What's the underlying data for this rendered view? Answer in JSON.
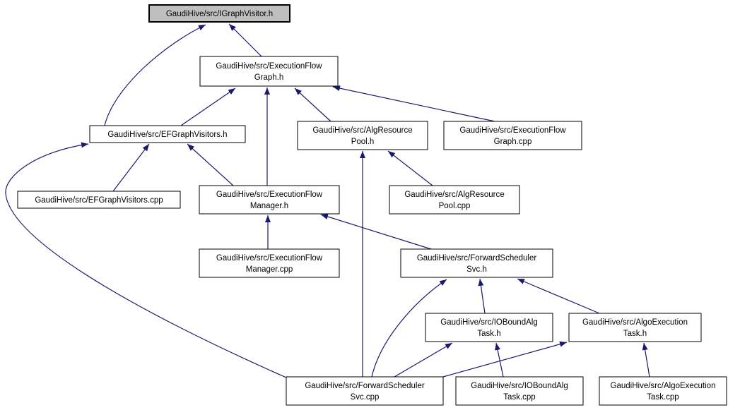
{
  "colors": {
    "arrow": "#191970",
    "node_fill": "#ffffff",
    "node_border": "#000000",
    "highlight_fill": "#bfbfbf",
    "background": "#ffffff"
  },
  "nodes": {
    "igraphvisitor_h": {
      "label": "GaudiHive/src/IGraphVisitor.h"
    },
    "executionflow_graph_h": {
      "line1": "GaudiHive/src/ExecutionFlow",
      "line2": "Graph.h"
    },
    "efgraphvisitors_h": {
      "label": "GaudiHive/src/EFGraphVisitors.h"
    },
    "algresource_pool_h": {
      "line1": "GaudiHive/src/AlgResource",
      "line2": "Pool.h"
    },
    "executionflow_graph_cpp": {
      "line1": "GaudiHive/src/ExecutionFlow",
      "line2": "Graph.cpp"
    },
    "efgraphvisitors_cpp": {
      "label": "GaudiHive/src/EFGraphVisitors.cpp"
    },
    "executionflow_manager_h": {
      "line1": "GaudiHive/src/ExecutionFlow",
      "line2": "Manager.h"
    },
    "algresource_pool_cpp": {
      "line1": "GaudiHive/src/AlgResource",
      "line2": "Pool.cpp"
    },
    "executionflow_manager_cpp": {
      "line1": "GaudiHive/src/ExecutionFlow",
      "line2": "Manager.cpp"
    },
    "forwardscheduler_svc_h": {
      "line1": "GaudiHive/src/ForwardScheduler",
      "line2": "Svc.h"
    },
    "ioboundalg_task_h": {
      "line1": "GaudiHive/src/IOBoundAlg",
      "line2": "Task.h"
    },
    "algoexecution_task_h": {
      "line1": "GaudiHive/src/AlgoExecution",
      "line2": "Task.h"
    },
    "forwardscheduler_svc_cpp": {
      "line1": "GaudiHive/src/ForwardScheduler",
      "line2": "Svc.cpp"
    },
    "ioboundalg_task_cpp": {
      "line1": "GaudiHive/src/IOBoundAlg",
      "line2": "Task.cpp"
    },
    "algoexecution_task_cpp": {
      "line1": "GaudiHive/src/AlgoExecution",
      "line2": "Task.cpp"
    }
  },
  "edges": [
    {
      "from": "executionflow_graph_h",
      "to": "igraphvisitor_h"
    },
    {
      "from": "efgraphvisitors_h",
      "to": "igraphvisitor_h"
    },
    {
      "from": "efgraphvisitors_h",
      "to": "executionflow_graph_h"
    },
    {
      "from": "executionflow_manager_h",
      "to": "executionflow_graph_h"
    },
    {
      "from": "algresource_pool_h",
      "to": "executionflow_graph_h"
    },
    {
      "from": "executionflow_graph_cpp",
      "to": "executionflow_graph_h"
    },
    {
      "from": "forwardscheduler_svc_cpp",
      "to": "efgraphvisitors_h"
    },
    {
      "from": "efgraphvisitors_cpp",
      "to": "efgraphvisitors_h"
    },
    {
      "from": "executionflow_manager_h",
      "to": "efgraphvisitors_h"
    },
    {
      "from": "algresource_pool_cpp",
      "to": "algresource_pool_h"
    },
    {
      "from": "forwardscheduler_svc_cpp",
      "to": "algresource_pool_h"
    },
    {
      "from": "executionflow_manager_cpp",
      "to": "executionflow_manager_h"
    },
    {
      "from": "forwardscheduler_svc_h",
      "to": "executionflow_manager_h"
    },
    {
      "from": "ioboundalg_task_h",
      "to": "forwardscheduler_svc_h"
    },
    {
      "from": "algoexecution_task_h",
      "to": "forwardscheduler_svc_h"
    },
    {
      "from": "forwardscheduler_svc_cpp",
      "to": "forwardscheduler_svc_h"
    },
    {
      "from": "forwardscheduler_svc_cpp",
      "to": "ioboundalg_task_h"
    },
    {
      "from": "ioboundalg_task_cpp",
      "to": "ioboundalg_task_h"
    },
    {
      "from": "forwardscheduler_svc_cpp",
      "to": "algoexecution_task_h"
    },
    {
      "from": "algoexecution_task_cpp",
      "to": "algoexecution_task_h"
    }
  ]
}
